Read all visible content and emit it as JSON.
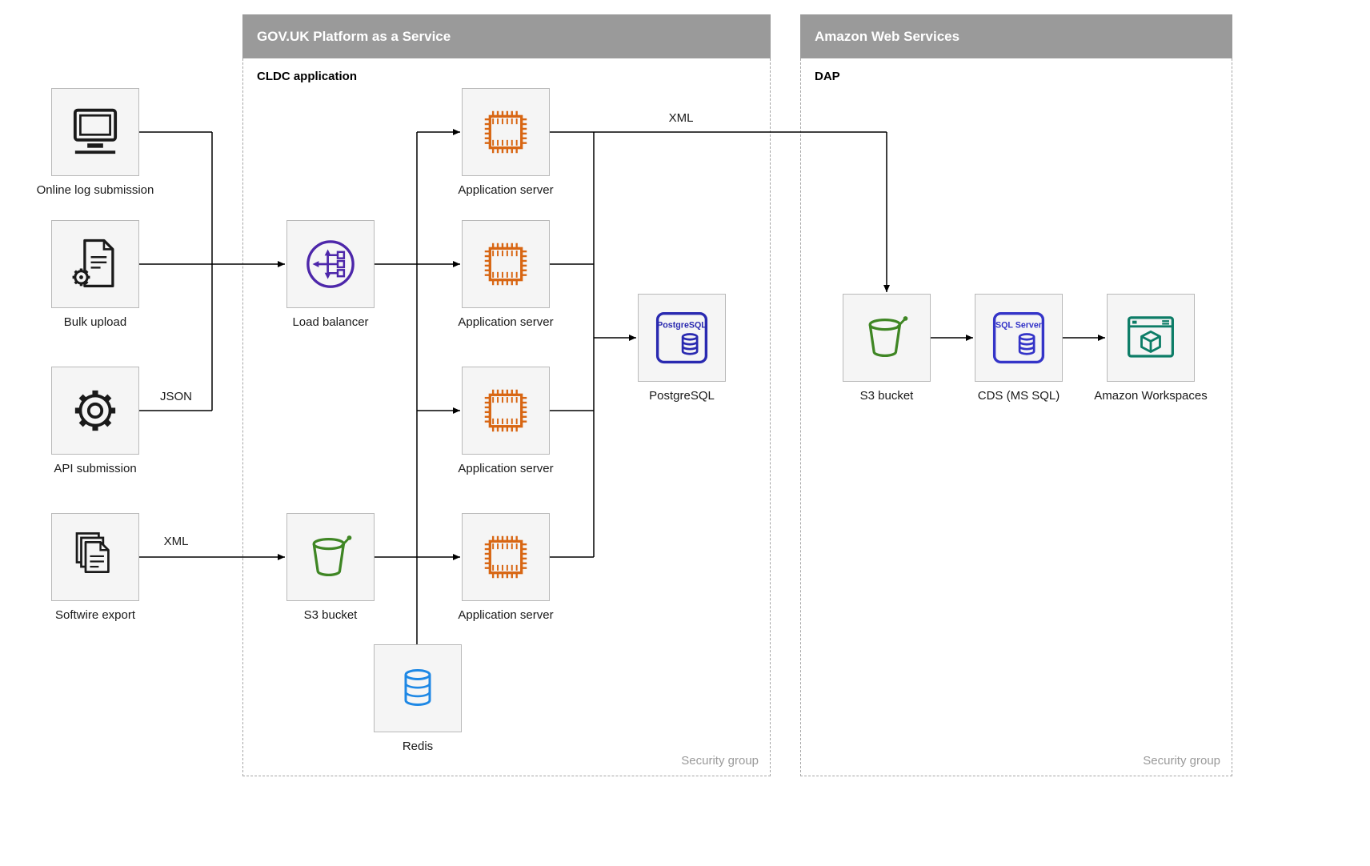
{
  "colors": {
    "line": "#000000",
    "node-bg": "#f5f5f5",
    "node-border": "#b9b9b9",
    "container-header-bg": "#9a9a9a",
    "container-header-text": "#ffffff",
    "container-border": "#a6a6a6",
    "muted-text": "#9a9a9a",
    "dark-icon": "#1a1a1a",
    "orange": "#d86613",
    "purple": "#4d27aa",
    "green": "#3f8624",
    "light-blue": "#1e88e5",
    "navy": "#2929b0",
    "sql-blue": "#3434c8",
    "teal": "#0d7d67"
  },
  "containers": [
    {
      "title": "GOV.UK Platform as a Service",
      "sublabel": "CLDC application",
      "footer": "Security group"
    },
    {
      "title": "Amazon Web Services",
      "sublabel": "DAP",
      "footer": "Security group"
    }
  ],
  "nodes": [
    {
      "label": "Online log submission",
      "icon": "computer-icon"
    },
    {
      "label": "Bulk upload",
      "icon": "document-gear-icon"
    },
    {
      "label": "API submission",
      "icon": "gear-icon"
    },
    {
      "label": "Softwire export",
      "icon": "documents-icon"
    },
    {
      "label": "Load balancer",
      "icon": "load-balancer-icon"
    },
    {
      "label": "Application server",
      "icon": "chip-icon"
    },
    {
      "label": "Application server",
      "icon": "chip-icon"
    },
    {
      "label": "Application server",
      "icon": "chip-icon"
    },
    {
      "label": "Application server",
      "icon": "chip-icon"
    },
    {
      "label": "PostgreSQL",
      "icon": "postgresql-icon",
      "icon_text": "PostgreSQL"
    },
    {
      "label": "S3 bucket",
      "icon": "bucket-icon"
    },
    {
      "label": "Redis",
      "icon": "database-icon"
    },
    {
      "label": "S3 bucket",
      "icon": "bucket-icon"
    },
    {
      "label": "CDS (MS SQL)",
      "icon": "sql-server-icon",
      "icon_text": "SQL Server"
    },
    {
      "label": "Amazon Workspaces",
      "icon": "workspaces-icon"
    }
  ],
  "edge_labels": [
    {
      "text": "JSON"
    },
    {
      "text": "XML"
    },
    {
      "text": "XML"
    }
  ]
}
